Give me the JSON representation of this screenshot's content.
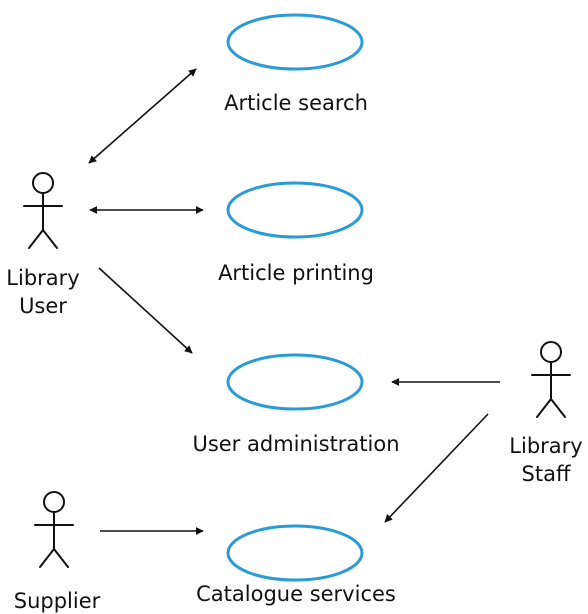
{
  "diagram": {
    "use_cases": [
      {
        "label": "Article search"
      },
      {
        "label": "Article printing"
      },
      {
        "label": "User administration"
      },
      {
        "label": "Catalogue services"
      }
    ],
    "actors": [
      {
        "label_lines": [
          "Library",
          "User"
        ]
      },
      {
        "label_lines": [
          "Library",
          "Staff"
        ]
      },
      {
        "label_lines": [
          "Supplier"
        ]
      }
    ],
    "colors": {
      "usecase_outline": "#2a9bd6",
      "text": "#111111",
      "lines": "#111111"
    }
  }
}
